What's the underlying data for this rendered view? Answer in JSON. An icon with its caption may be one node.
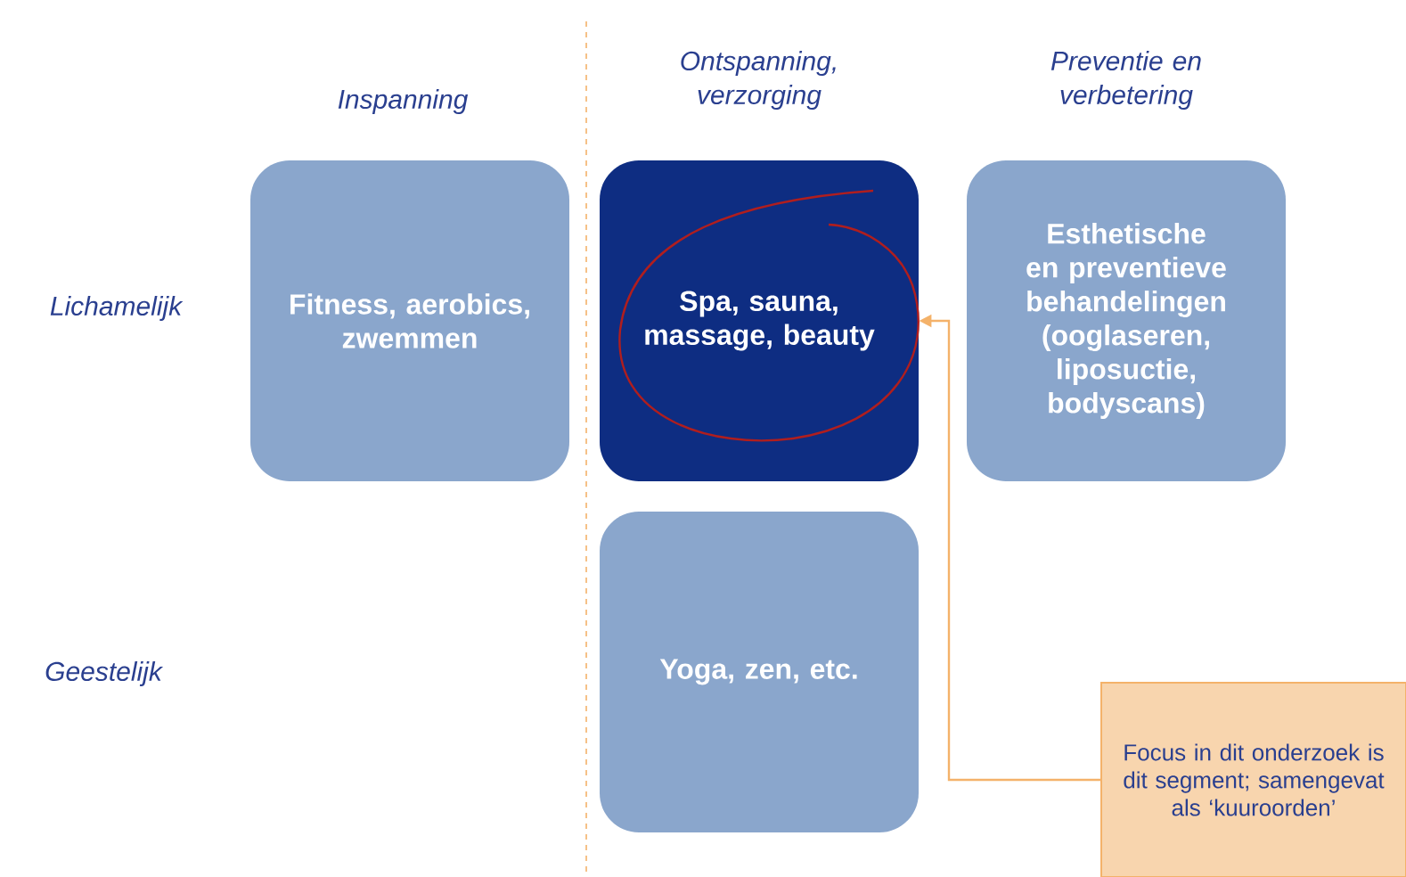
{
  "diagram": {
    "nodes": [
      {
        "text": [
          "Fitness, aerobics, zwemmen"
        ]
      },
      {
        "text": [
          "Spa, sauna, massage, beauty"
        ]
      },
      {
        "text": [
          "Esthetische en preventieve behandelingen (ooglaseren, liposuctie, bodyscans)"
        ]
      },
      {
        "text": [
          "Yoga, zen, etc."
        ]
      },
      {
        "text": [
          "Focus in dit onderzoek is dit segment; samengevat als ‘kuuroorden’"
        ]
      }
    ],
    "edges": [
      {
        "from": 4,
        "to": 1,
        "arrow": "to"
      }
    ],
    "labels": [
      "Inspanning",
      "Ontspanning, verzorging",
      "Preventie en verbetering",
      "Lichamelijk",
      "Geestelijk"
    ]
  }
}
